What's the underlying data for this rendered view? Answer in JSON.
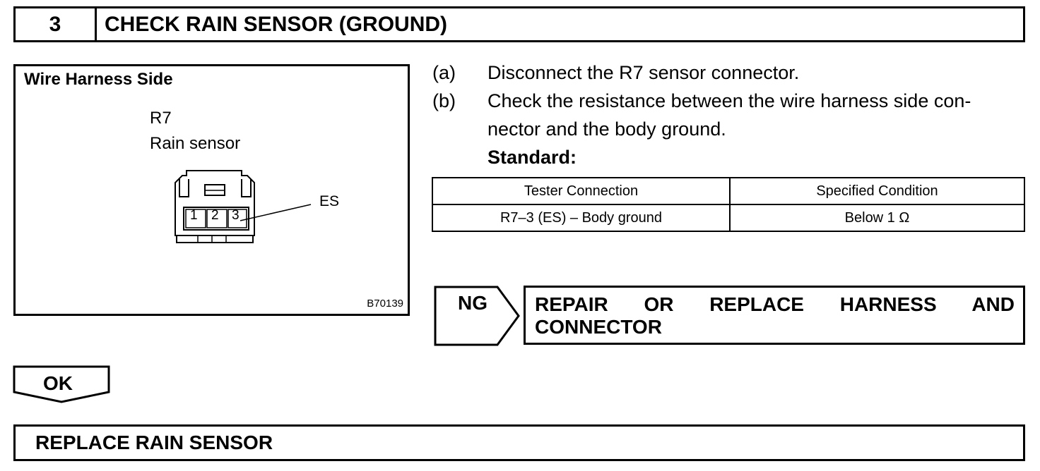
{
  "step": {
    "number": "3",
    "title": "CHECK RAIN SENSOR (GROUND)"
  },
  "figure": {
    "title": "Wire Harness Side",
    "connector_id": "R7",
    "connector_name": "Rain sensor",
    "pins": [
      "1",
      "2",
      "3"
    ],
    "terminal_label": "ES",
    "figure_code": "B70139"
  },
  "instructions": [
    {
      "letter": "(a)",
      "lines": [
        "Disconnect the R7 sensor connector."
      ]
    },
    {
      "letter": "(b)",
      "lines": [
        "Check the resistance between the wire harness side con-",
        "nector and the body ground."
      ]
    }
  ],
  "standard_label": "Standard:",
  "table": {
    "headers": [
      "Tester Connection",
      "Specified Condition"
    ],
    "rows": [
      [
        "R7–3 (ES) – Body ground",
        "Below 1 Ω"
      ]
    ]
  },
  "ng": {
    "label": "NG",
    "action_line1": "REPAIR OR REPLACE HARNESS AND",
    "action_line2": "CONNECTOR"
  },
  "ok": {
    "label": "OK"
  },
  "final": {
    "text": "REPLACE RAIN SENSOR"
  }
}
